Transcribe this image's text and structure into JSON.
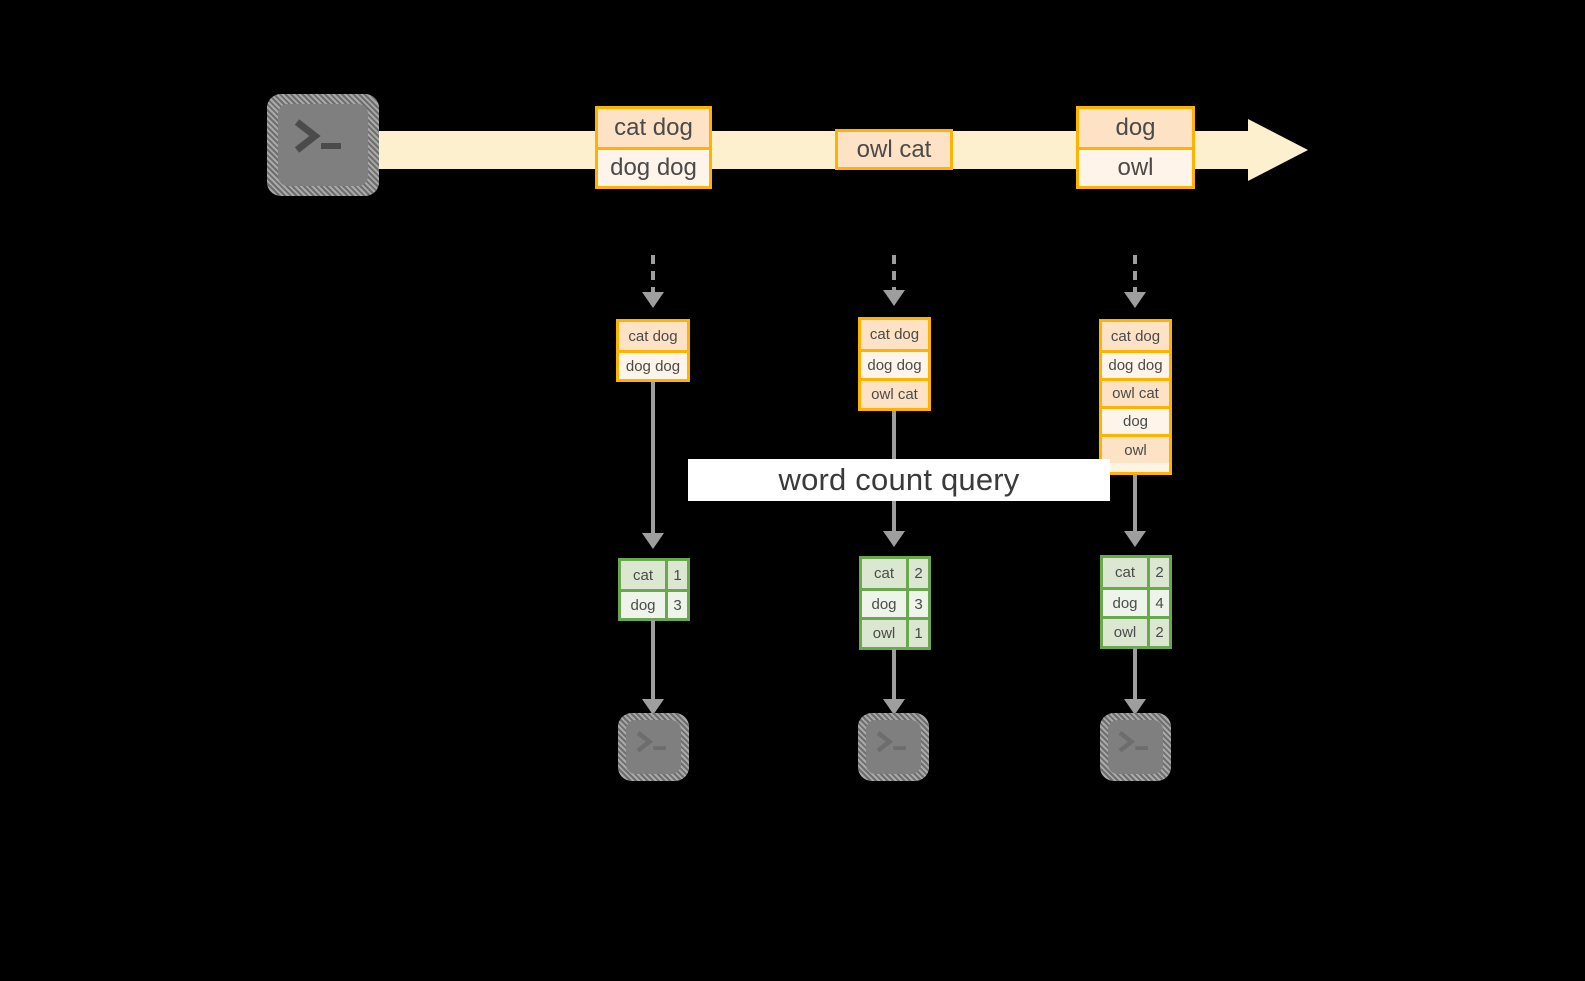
{
  "diagram": {
    "title_label": "word count query",
    "accent_orange": "#ffb300",
    "accent_green": "#6aa84f",
    "stream_fill": "#fdf0cf",
    "terminal_gray": "#7f7f7f",
    "connector_gray": "#9e9e9e"
  },
  "source": {
    "icon": "terminal-prompt-icon",
    "prompt": ">_"
  },
  "stream": {
    "events": [
      {
        "name": "event-group-1",
        "lines": [
          "cat dog",
          "dog dog"
        ]
      },
      {
        "name": "event-group-2",
        "lines": [
          "owl cat"
        ]
      },
      {
        "name": "event-group-3",
        "lines": [
          "dog",
          "owl"
        ]
      }
    ]
  },
  "columns": [
    {
      "name": "snapshot-1",
      "input_lines": [
        "cat dog",
        "dog dog"
      ],
      "result_rows": [
        {
          "word": "cat",
          "count": "1"
        },
        {
          "word": "dog",
          "count": "3"
        }
      ],
      "sink_prompt": ">_"
    },
    {
      "name": "snapshot-2",
      "input_lines": [
        "cat dog",
        "dog dog",
        "owl cat"
      ],
      "result_rows": [
        {
          "word": "cat",
          "count": "2"
        },
        {
          "word": "dog",
          "count": "3"
        },
        {
          "word": "owl",
          "count": "1"
        }
      ],
      "sink_prompt": ">_"
    },
    {
      "name": "snapshot-3",
      "input_lines": [
        "cat dog",
        "dog dog",
        "owl cat",
        "dog",
        "owl"
      ],
      "result_rows": [
        {
          "word": "cat",
          "count": "2"
        },
        {
          "word": "dog",
          "count": "4"
        },
        {
          "word": "owl",
          "count": "2"
        }
      ],
      "sink_prompt": ">_"
    }
  ]
}
